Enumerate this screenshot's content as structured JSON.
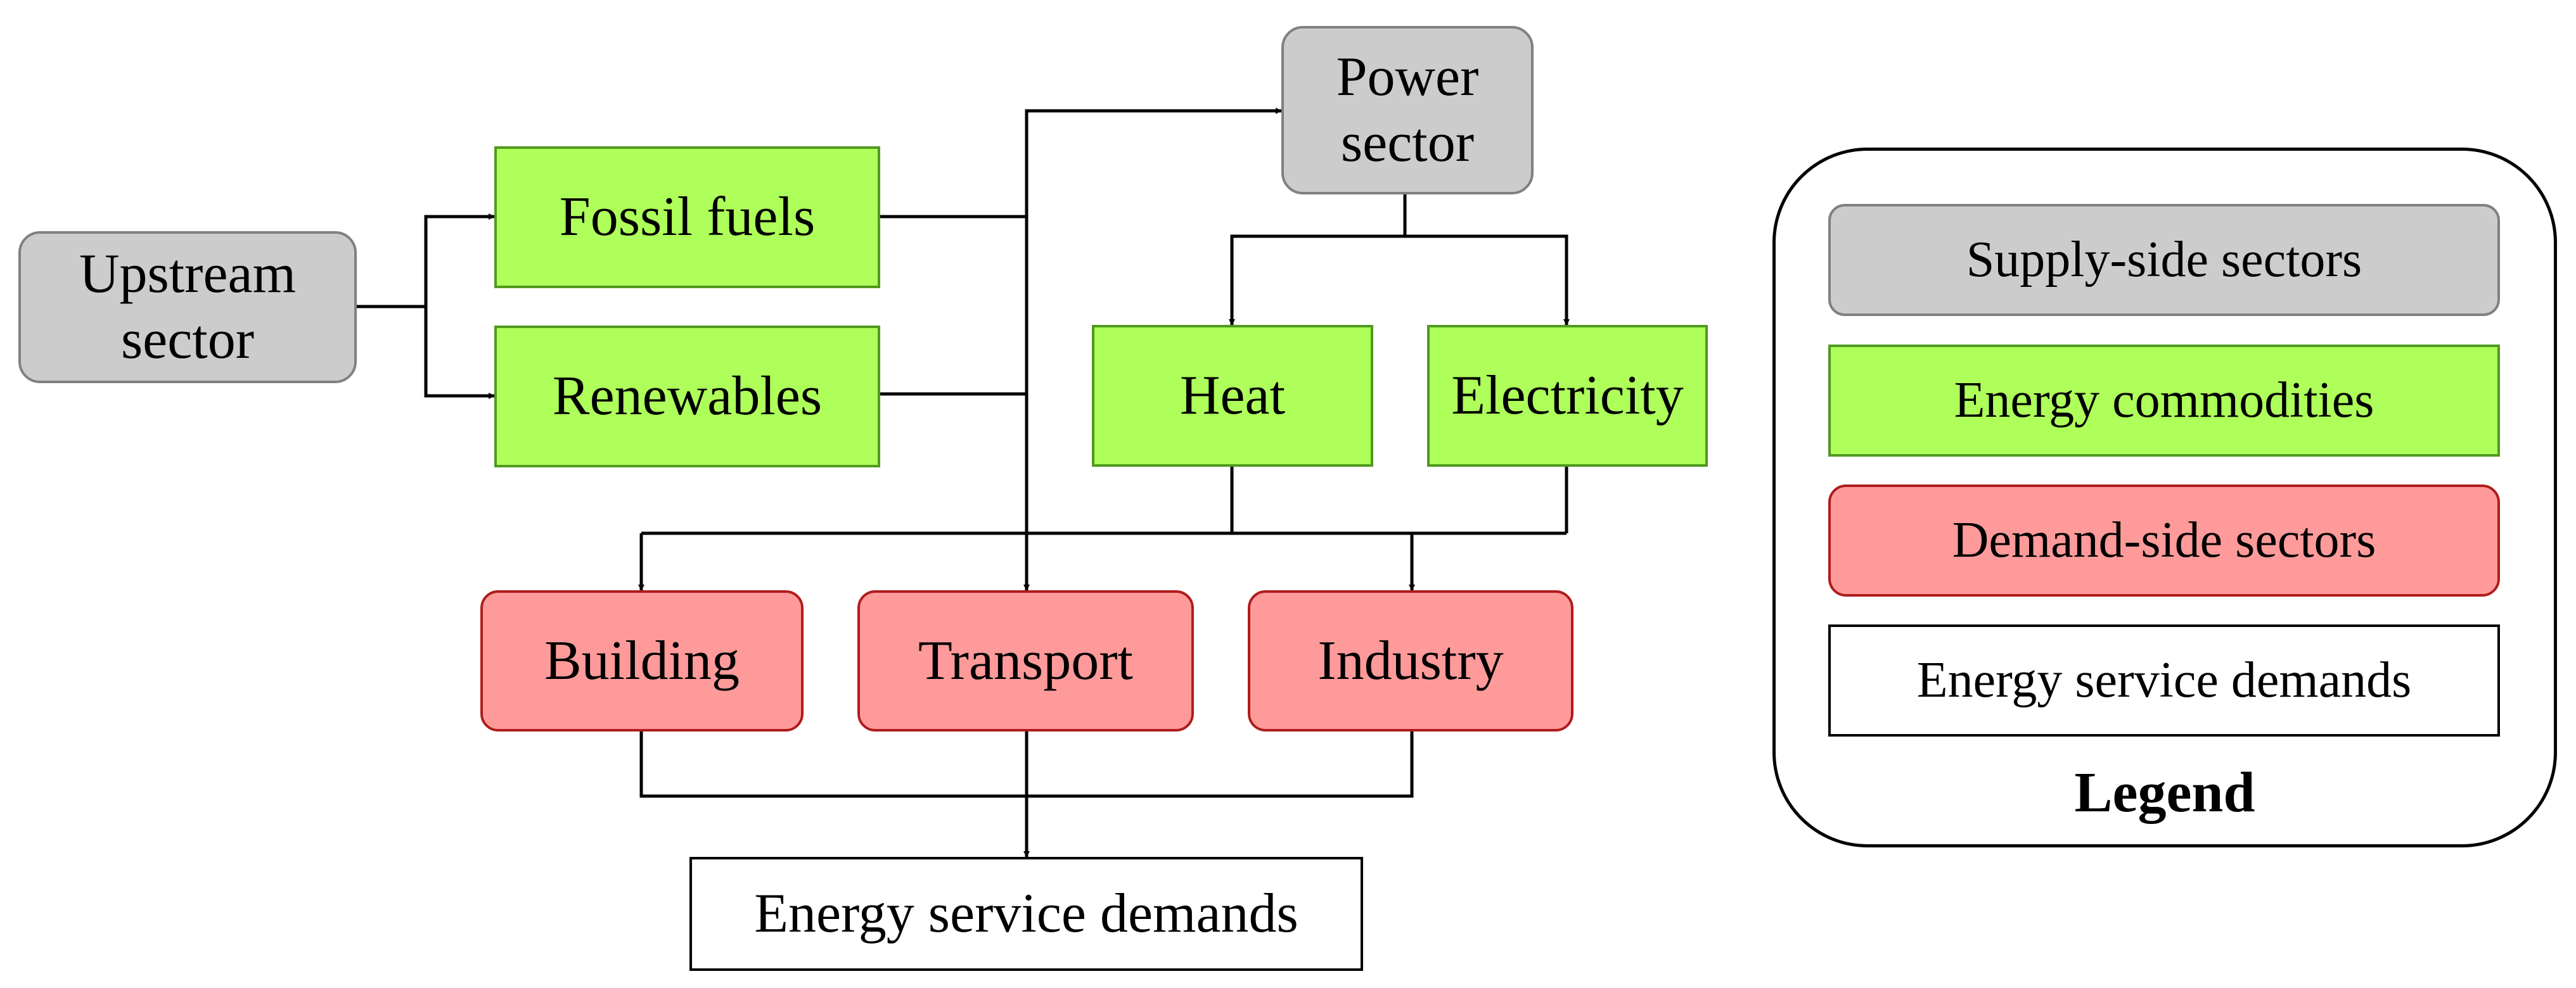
{
  "colors": {
    "supply_fill": "#cccccc",
    "supply_border": "#808080",
    "commodity_fill": "#aeff5a",
    "commodity_border": "#4f9a1f",
    "demand_fill": "#ff9a9a",
    "demand_border": "#b01c1c",
    "service_fill": "#ffffff",
    "service_border": "#000000",
    "arrow": "#000000"
  },
  "nodes": {
    "upstream": "Upstream\nsector",
    "power": "Power\nsector",
    "fossil": "Fossil fuels",
    "renewables": "Renewables",
    "heat": "Heat",
    "electricity": "Electricity",
    "building": "Building",
    "transport": "Transport",
    "industry": "Industry",
    "service_demands": "Energy service demands"
  },
  "legend": {
    "title": "Legend",
    "items": {
      "supply": "Supply-side sectors",
      "commodity": "Energy commodities",
      "demand": "Demand-side sectors",
      "service": "Energy service demands"
    }
  },
  "edges": [
    {
      "from": "Upstream sector",
      "to": "Fossil fuels"
    },
    {
      "from": "Upstream sector",
      "to": "Renewables"
    },
    {
      "from": "Fossil fuels",
      "to": "Power sector"
    },
    {
      "from": "Renewables",
      "to": "Power sector"
    },
    {
      "from": "Fossil fuels",
      "to": "Transport"
    },
    {
      "from": "Renewables",
      "to": "Transport"
    },
    {
      "from": "Power sector",
      "to": "Heat"
    },
    {
      "from": "Power sector",
      "to": "Electricity"
    },
    {
      "from": "Heat",
      "to": "Building"
    },
    {
      "from": "Heat",
      "to": "Industry"
    },
    {
      "from": "Electricity",
      "to": "Building"
    },
    {
      "from": "Electricity",
      "to": "Industry"
    },
    {
      "from": "Building",
      "to": "Energy service demands"
    },
    {
      "from": "Transport",
      "to": "Energy service demands"
    },
    {
      "from": "Industry",
      "to": "Energy service demands"
    }
  ]
}
